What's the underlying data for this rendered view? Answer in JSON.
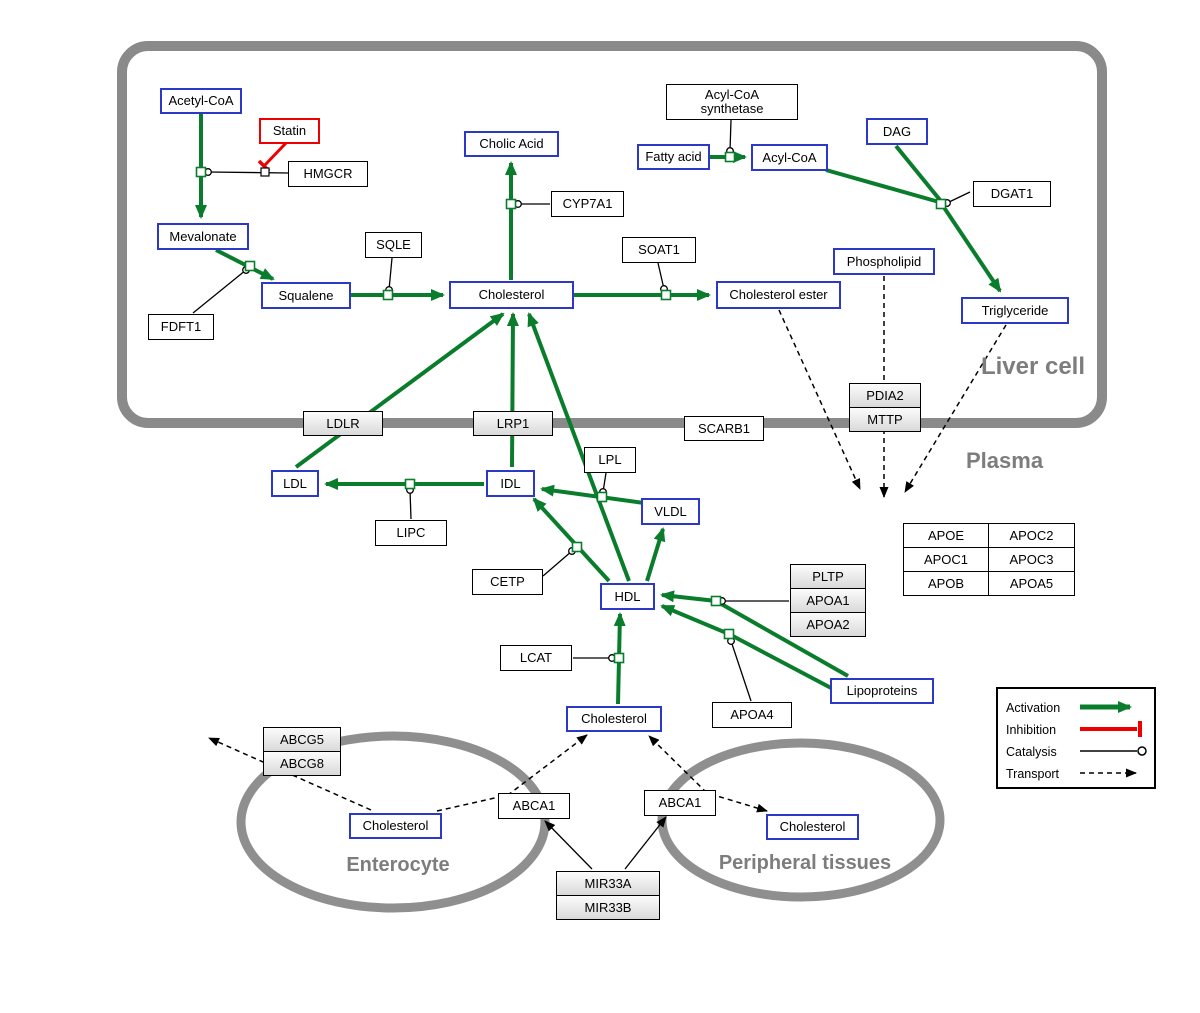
{
  "compartments": {
    "liver": "Liver cell",
    "plasma": "Plasma",
    "enterocyte": "Enterocyte",
    "peripheral": "Peripheral tissues"
  },
  "nodes": {
    "acetyl_coa": "Acetyl-CoA",
    "statin": "Statin",
    "hmgcr": "HMGCR",
    "mevalonate": "Mevalonate",
    "fdft1": "FDFT1",
    "squalene": "Squalene",
    "sqle": "SQLE",
    "cholesterol_liver": "Cholesterol",
    "cholic_acid": "Cholic Acid",
    "cyp7a1": "CYP7A1",
    "soat1": "SOAT1",
    "cholesterol_ester": "Cholesterol ester",
    "acyl_coa_synthetase": "Acyl-CoA synthetase",
    "fatty_acid": "Fatty acid",
    "acyl_coa": "Acyl-CoA",
    "dag": "DAG",
    "dgat1": "DGAT1",
    "phospholipid": "Phospholipid",
    "triglyceride": "Triglyceride",
    "ldlr": "LDLR",
    "lrp1": "LRP1",
    "scarb1": "SCARB1",
    "pdia2": "PDIA2",
    "mttp": "MTTP",
    "ldl": "LDL",
    "idl": "IDL",
    "lipc": "LIPC",
    "lpl": "LPL",
    "vldl": "VLDL",
    "cetp": "CETP",
    "hdl": "HDL",
    "lcat": "LCAT",
    "pltp": "PLTP",
    "apoa1": "APOA1",
    "apoa2": "APOA2",
    "apoa4": "APOA4",
    "lipoproteins": "Lipoproteins",
    "apoe": "APOE",
    "apoc2": "APOC2",
    "apoc1": "APOC1",
    "apoc3": "APOC3",
    "apob": "APOB",
    "apoa5": "APOA5",
    "cholesterol_plasma": "Cholesterol",
    "abcg5": "ABCG5",
    "abcg8": "ABCG8",
    "cholesterol_enterocyte": "Cholesterol",
    "abca1_left": "ABCA1",
    "abca1_right": "ABCA1",
    "cholesterol_peripheral": "Cholesterol",
    "mir33a": "MIR33A",
    "mir33b": "MIR33B"
  },
  "legend": {
    "activation": "Activation",
    "inhibition": "Inhibition",
    "catalysis": "Catalysis",
    "transport": "Transport"
  },
  "colors": {
    "activation_green": "#0a7d2c",
    "inhibition_red": "#ee0000",
    "metabolite_border_blue": "#2b38c8",
    "membrane_gray": "#8a8a8a",
    "compartment_label_gray": "#7d7d7d"
  },
  "interactions": [
    {
      "source": "Acetyl-CoA",
      "target": "Mevalonate",
      "type": "activation",
      "catalyst": "HMGCR"
    },
    {
      "source": "Statin",
      "target": "HMGCR",
      "type": "inhibition"
    },
    {
      "source": "Mevalonate",
      "target": "Squalene",
      "type": "activation",
      "catalyst": "FDFT1"
    },
    {
      "source": "Squalene",
      "target": "Cholesterol",
      "type": "activation",
      "catalyst": "SQLE"
    },
    {
      "source": "Cholesterol",
      "target": "Cholic Acid",
      "type": "activation",
      "catalyst": "CYP7A1"
    },
    {
      "source": "Cholesterol",
      "target": "Cholesterol ester",
      "type": "activation",
      "catalyst": "SOAT1"
    },
    {
      "source": "Fatty acid",
      "target": "Acyl-CoA",
      "type": "activation",
      "catalyst": "Acyl-CoA synthetase"
    },
    {
      "source": "Acyl-CoA",
      "target": "Triglyceride",
      "type": "activation",
      "catalyst": "DGAT1"
    },
    {
      "source": "DAG",
      "target": "Triglyceride",
      "type": "activation",
      "catalyst": "DGAT1"
    },
    {
      "source": "Cholesterol ester",
      "target": "Plasma",
      "type": "transport"
    },
    {
      "source": "Phospholipid",
      "target": "Plasma",
      "type": "transport",
      "via": "PDIA2, MTTP"
    },
    {
      "source": "Triglyceride",
      "target": "Plasma",
      "type": "transport"
    },
    {
      "source": "LDL",
      "target": "Cholesterol (liver)",
      "type": "activation",
      "via": "LDLR"
    },
    {
      "source": "IDL",
      "target": "Cholesterol (liver)",
      "type": "activation",
      "via": "LRP1"
    },
    {
      "source": "HDL",
      "target": "Cholesterol (liver)",
      "type": "activation",
      "via": "SCARB1"
    },
    {
      "source": "IDL",
      "target": "LDL",
      "type": "activation",
      "catalyst": "LIPC"
    },
    {
      "source": "VLDL",
      "target": "IDL",
      "type": "activation",
      "catalyst": "LPL"
    },
    {
      "source": "HDL",
      "target": "IDL",
      "type": "activation",
      "catalyst": "CETP"
    },
    {
      "source": "HDL",
      "target": "VLDL",
      "type": "activation"
    },
    {
      "source": "Cholesterol (plasma)",
      "target": "HDL",
      "type": "activation",
      "catalyst": "LCAT"
    },
    {
      "source": "Lipoproteins",
      "target": "HDL",
      "type": "activation",
      "catalyst": "PLTP, APOA1, APOA2"
    },
    {
      "source": "Lipoproteins",
      "target": "HDL",
      "type": "activation",
      "catalyst": "APOA4"
    },
    {
      "source": "Cholesterol (enterocyte)",
      "target": "outside enterocyte",
      "type": "transport",
      "via": "ABCG5, ABCG8"
    },
    {
      "source": "Cholesterol (enterocyte)",
      "target": "Cholesterol (plasma)",
      "type": "transport",
      "via": "ABCA1"
    },
    {
      "source": "Cholesterol (peripheral tissues)",
      "target": "Cholesterol (plasma)",
      "type": "transport",
      "via": "ABCA1"
    },
    {
      "source": "MIR33A, MIR33B",
      "target": "ABCA1",
      "type": "regulation"
    }
  ]
}
